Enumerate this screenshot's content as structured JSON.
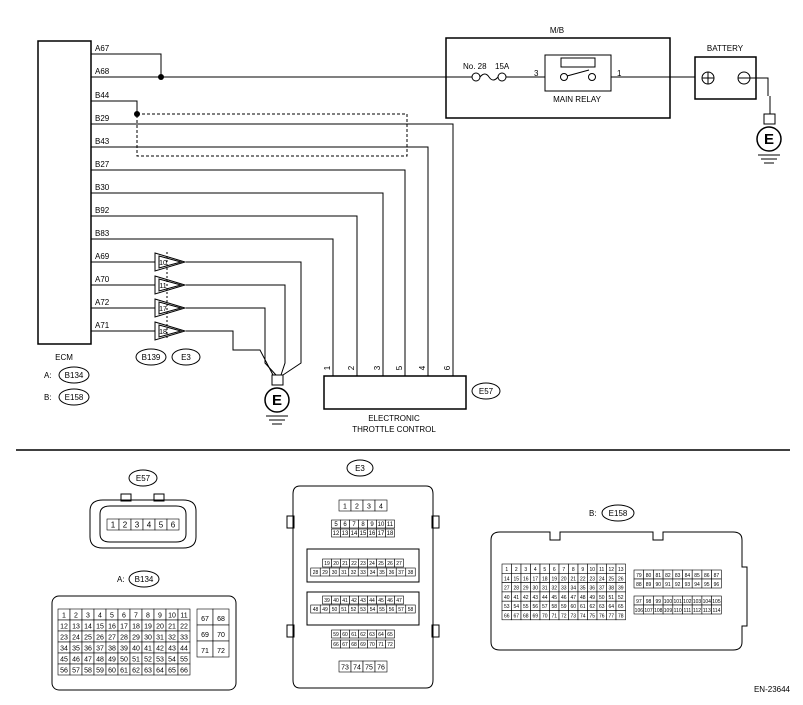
{
  "ecm": {
    "title": "ECM",
    "conn_a": "A:",
    "conn_a_id": "B134",
    "conn_b": "B:",
    "conn_b_id": "E158",
    "pins": [
      "A67",
      "A68",
      "B44",
      "B29",
      "B43",
      "B27",
      "B30",
      "B92",
      "B83",
      "A69",
      "A70",
      "A72",
      "A71"
    ]
  },
  "mb": {
    "title": "M/B",
    "fuse_label": "No. 28",
    "fuse_amps": "15A",
    "relay_label": "MAIN RELAY",
    "relay_pin_in": "3",
    "relay_pin_out": "1"
  },
  "battery": {
    "label": "BATTERY"
  },
  "joint": {
    "pins": [
      "10",
      "11",
      "17",
      "18"
    ],
    "conn1": "B139",
    "conn2": "E3"
  },
  "ground_symbol": "E",
  "etc": {
    "line1": "ELECTRONIC",
    "line2": "THROTTLE CONTROL",
    "conn": "E57",
    "pins": [
      "1",
      "2",
      "3",
      "5",
      "4",
      "6"
    ]
  },
  "connectors": {
    "e57": {
      "id": "E57",
      "pins": [
        "1",
        "2",
        "3",
        "4",
        "5",
        "6"
      ]
    },
    "e3": {
      "id": "E3",
      "rows": [
        [
          "1",
          "2",
          "3",
          "4"
        ],
        [
          "5",
          "6",
          "7",
          "8",
          "9",
          "10",
          "11"
        ],
        [
          "12",
          "13",
          "14",
          "15",
          "16",
          "17",
          "18"
        ],
        [
          "19",
          "20",
          "21",
          "22",
          "23",
          "24",
          "25",
          "26",
          "27"
        ],
        [
          "28",
          "29",
          "30",
          "31",
          "32",
          "33",
          "34",
          "35",
          "36",
          "37",
          "38"
        ],
        [
          "39",
          "40",
          "41",
          "42",
          "43",
          "44",
          "45",
          "46",
          "47"
        ],
        [
          "48",
          "49",
          "50",
          "51",
          "52",
          "53",
          "54",
          "55",
          "56",
          "57",
          "58"
        ],
        [
          "59",
          "60",
          "61",
          "62",
          "63",
          "64",
          "65"
        ],
        [
          "66",
          "67",
          "68",
          "69",
          "70",
          "71",
          "72"
        ],
        [
          "73",
          "74",
          "75",
          "76"
        ]
      ]
    },
    "b134": {
      "label": "A:",
      "id": "B134",
      "rows": [
        [
          "1",
          "2",
          "3",
          "4",
          "5",
          "6",
          "7",
          "8",
          "9",
          "10",
          "11"
        ],
        [
          "12",
          "13",
          "14",
          "15",
          "16",
          "17",
          "18",
          "19",
          "20",
          "21",
          "22"
        ],
        [
          "23",
          "24",
          "25",
          "26",
          "27",
          "28",
          "29",
          "30",
          "31",
          "32",
          "33"
        ],
        [
          "34",
          "35",
          "36",
          "37",
          "38",
          "39",
          "40",
          "41",
          "42",
          "43",
          "44"
        ],
        [
          "45",
          "46",
          "47",
          "48",
          "49",
          "50",
          "51",
          "52",
          "53",
          "54",
          "55"
        ],
        [
          "56",
          "57",
          "58",
          "59",
          "60",
          "61",
          "62",
          "63",
          "64",
          "65",
          "66"
        ]
      ],
      "side": [
        [
          "67",
          "68"
        ],
        [
          "69",
          "70"
        ],
        [
          "71",
          "72"
        ]
      ]
    },
    "e158": {
      "label": "B:",
      "id": "E158",
      "rows": [
        [
          "1",
          "2",
          "3",
          "4",
          "5",
          "6",
          "7",
          "8",
          "9",
          "10",
          "11",
          "12",
          "13"
        ],
        [
          "14",
          "15",
          "16",
          "17",
          "18",
          "19",
          "20",
          "21",
          "22",
          "23",
          "24",
          "25",
          "26"
        ],
        [
          "27",
          "28",
          "29",
          "30",
          "31",
          "32",
          "33",
          "34",
          "35",
          "36",
          "37",
          "38",
          "39"
        ],
        [
          "40",
          "41",
          "42",
          "43",
          "44",
          "45",
          "46",
          "47",
          "48",
          "49",
          "50",
          "51",
          "52"
        ],
        [
          "53",
          "54",
          "55",
          "56",
          "57",
          "58",
          "59",
          "60",
          "61",
          "62",
          "63",
          "64",
          "65"
        ],
        [
          "66",
          "67",
          "68",
          "69",
          "70",
          "71",
          "72",
          "73",
          "74",
          "75",
          "76",
          "77",
          "78"
        ]
      ],
      "right_rows": [
        [
          "79",
          "80",
          "81",
          "82",
          "83",
          "84",
          "85",
          "86",
          "87"
        ],
        [
          "88",
          "89",
          "90",
          "91",
          "92",
          "93",
          "94",
          "95",
          "96"
        ],
        [
          "97",
          "98",
          "99",
          "100",
          "101",
          "102",
          "103",
          "104",
          "105"
        ],
        [
          "106",
          "107",
          "108",
          "109",
          "110",
          "111",
          "112",
          "113",
          "114"
        ]
      ]
    }
  },
  "figure_code": "EN-23644"
}
